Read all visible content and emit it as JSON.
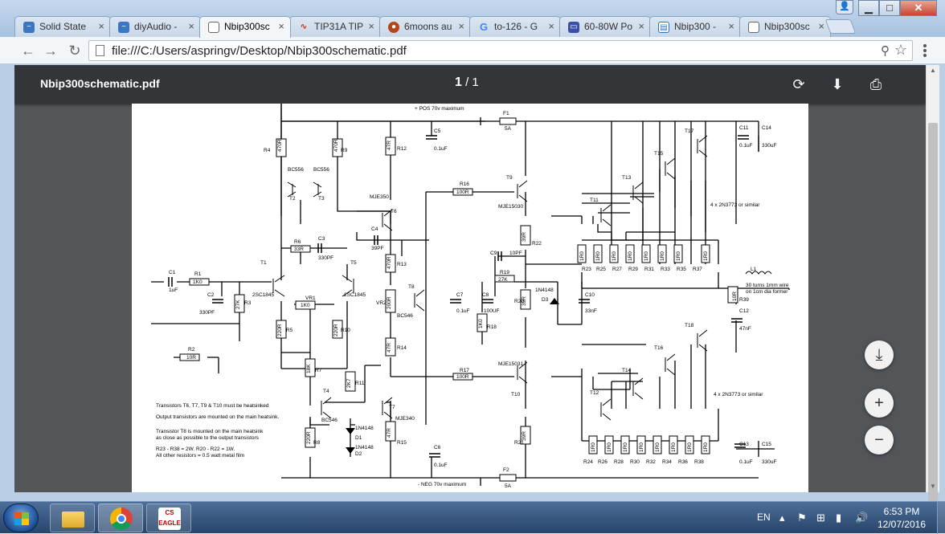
{
  "tabs": [
    {
      "label": "Solid State",
      "icon": "wave-icon",
      "color": "#3a76c4"
    },
    {
      "label": "diyAudio -",
      "icon": "wave-icon",
      "color": "#3a76c4"
    },
    {
      "label": "Nbip300sc",
      "icon": "document-icon",
      "color": "#ffffff"
    },
    {
      "label": "TIP31A TIP",
      "icon": "signal-icon",
      "color": "#d0311d"
    },
    {
      "label": "6moons au",
      "icon": "moon-icon",
      "color": "#b5451b"
    },
    {
      "label": "to-126 - G",
      "icon": "google-icon",
      "color": "#4285f4"
    },
    {
      "label": "60-80W Po",
      "icon": "chip-icon",
      "color": "#3b4fa8"
    },
    {
      "label": "Nbip300 -",
      "icon": "page-icon",
      "color": "#2e6fbf"
    },
    {
      "label": "Nbip300sc",
      "icon": "document-icon",
      "color": "#ffffff"
    }
  ],
  "window_controls": {
    "minimize": "▁",
    "maximize": "□",
    "close": "✕"
  },
  "address": {
    "url": "file:///C:/Users/aspringv/Desktop/Nbip300schematic.pdf"
  },
  "pdf": {
    "title": "Nbip300schematic.pdf",
    "page_current": "1",
    "page_sep": "/",
    "page_total": "1"
  },
  "schematic": {
    "rail_pos": "+ POS 70v maximum",
    "rail_neg": "- NEG 70v maximum",
    "out_note_top": "4 x 2N3773 or similar",
    "out_note_bot": "4 x 2N3773 or similar",
    "coil_note_1": "30 turns 1mm wire",
    "coil_note_2": "on 1cm dia former",
    "notes": [
      "Transistors T6, T7, T9 & T10 must be heatsinked",
      "Output transistors are mounted on the main heatsink.",
      "Transistor T8 is mounted on the main heatsink",
      "as close as possible to the output transistors",
      "R23 - R38 = 2W.  R20 - R22 = 1W.",
      "All other resistors = 0.5 watt metal film"
    ],
    "labels": {
      "F1": "F1",
      "F1v": "5A",
      "F2": "F2",
      "F2v": "5A",
      "C5": "C5",
      "C5v": "0.1uF",
      "C6": "C6",
      "C6v": "0.1uF",
      "C11": "C11",
      "C11v": "0.1uF",
      "C14": "C14",
      "C14v": "330uF",
      "C13": "C13",
      "C13v": "0.1uF",
      "C15": "C15",
      "C15v": "330uF",
      "R4": "R4",
      "R4v": "470R",
      "R9": "R9",
      "R9v": "470R",
      "R12": "R12",
      "R12v": "47R",
      "T2": "T2",
      "T2t": "BC556",
      "T3": "T3",
      "T3t": "BC556",
      "T6": "T6",
      "T6t": "MJE350",
      "T9": "T9",
      "T9t": "MJE15030",
      "R16": "R16",
      "R16v": "100R",
      "R6": "R6",
      "R6v": "33R",
      "C3": "C3",
      "C3v": "330PF",
      "C4": "C4",
      "C4v": "39PF",
      "R13": "R13",
      "R13v": "470R",
      "R22": "R22",
      "R22v": "39R",
      "C9": "C9",
      "C9v": "10PF",
      "R19": "R19",
      "R19v": "27K",
      "C1": "C1",
      "C1v": "1uF",
      "R1": "R1",
      "R1v": "1K0",
      "C2": "C2",
      "C2v": "330PF",
      "R3": "R3",
      "R3v": "27K",
      "T1": "T1",
      "T1t": "2SC1845",
      "T5": "T5",
      "T5t": "2SC1845",
      "VR1": "VR1",
      "VR1v": "1K0",
      "R5": "R5",
      "R5v": "220R",
      "R10": "R10",
      "R10v": "220R",
      "VR2": "VR2",
      "VR2v": "200R",
      "T8": "T8",
      "T8t": "BC546",
      "C7": "C7",
      "C7v": "0.1uF",
      "C8": "C8",
      "C8v": "100UF",
      "R18": "R18",
      "R18v": "1K0",
      "R20": "R20",
      "R20v": "39R",
      "D3": "D3",
      "D3t": "1N4148",
      "C10": "C10",
      "C10v": "33nF",
      "R2": "R2",
      "R2v": "10R",
      "R7": "R7",
      "R7v": "18K",
      "R14": "R14",
      "R14v": "47R",
      "R17": "R17",
      "R17v": "100R",
      "T10": "T10",
      "T10t": "MJE15031",
      "T4": "T4",
      "T4t": "BC546",
      "R11": "R11",
      "R11v": "2K7",
      "T7": "T7",
      "T7t": "MJE340",
      "D1": "D1",
      "D1t": "1N4148",
      "D2": "D2",
      "D2t": "1N4148",
      "R8": "R8",
      "R8v": "220R",
      "R15": "R15",
      "R15v": "47R",
      "R21": "R21",
      "R21v": "39R",
      "T11": "T11",
      "T12": "T12",
      "T13": "T13",
      "T14": "T14",
      "T15": "T15",
      "T16": "T16",
      "T17": "T17",
      "T18": "T18",
      "L1": "L1",
      "R39": "R39",
      "R39v": "10R",
      "C12": "C12",
      "C12v": "47nF",
      "R23": "R23",
      "R24": "R24",
      "R25": "R25",
      "R26": "R26",
      "R27": "R27",
      "R28": "R28",
      "R29": "R29",
      "R30": "R30",
      "R31": "R31",
      "R32": "R32",
      "R33": "R33",
      "R34": "R34",
      "R35": "R35",
      "R36": "R36",
      "R37": "R37",
      "R38": "R38",
      "r1r0": "1R0"
    }
  },
  "fab": {
    "fit": "⤓",
    "zoom_in": "+",
    "zoom_out": "−"
  },
  "taskbar": {
    "lang": "EN",
    "time": "6:53 PM",
    "date": "12/07/2016",
    "apps": [
      "Explorer",
      "Chrome",
      "CS EAGLE"
    ]
  }
}
